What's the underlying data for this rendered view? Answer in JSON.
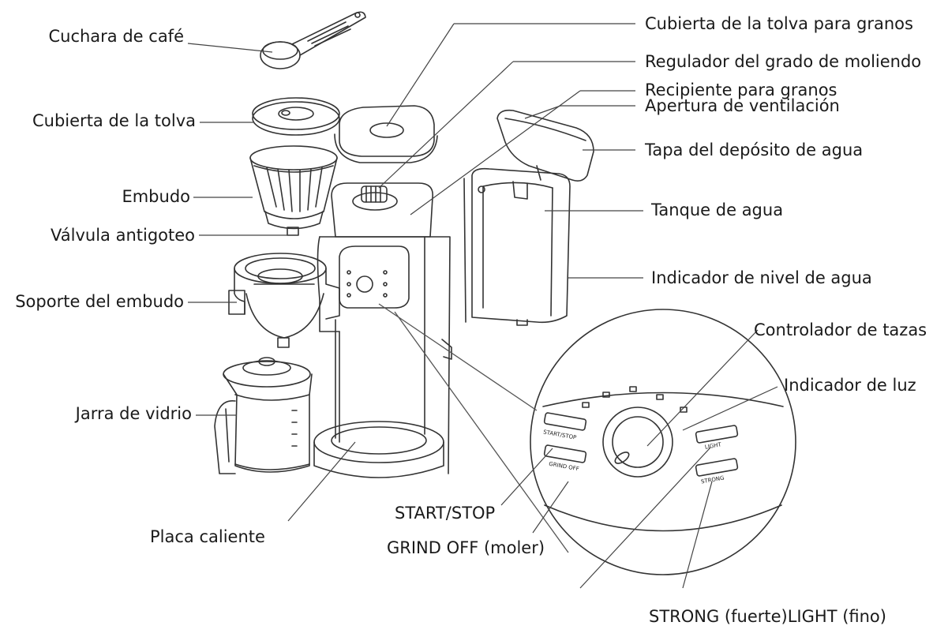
{
  "labels": {
    "coffee_scoop": "Cuchara de café",
    "hopper_cover": "Cubierta de la tolva",
    "funnel": "Embudo",
    "antidrip_valve": "Válvula antigoteo",
    "funnel_holder": "Soporte del embudo",
    "glass_carafe": "Jarra de vidrio",
    "hot_plate": "Placa caliente",
    "bean_hopper_cover": "Cubierta de la tolva para granos",
    "grind_regulator": "Regulador del grado de moliendo",
    "bean_container": "Recipiente para granos",
    "vent_opening": "Apertura de ventilación",
    "tank_lid": "Tapa del depósito de agua",
    "water_tank": "Tanque de agua",
    "water_level": "Indicador de nivel de agua",
    "cup_controller": "Controlador de tazas",
    "light_indicator": "Indicador de luz",
    "start_stop": "START/STOP",
    "grind_off": "GRIND OFF (moler)",
    "strong_light": "STRONG (fuerte)LIGHT (fino)"
  },
  "panel_text": {
    "start_stop": "START/STOP",
    "grind_off": "GRIND OFF",
    "light": "LIGHT",
    "strong": "STRONG"
  },
  "colors": {
    "ink": "#1a1a1a",
    "line": "#444444"
  }
}
